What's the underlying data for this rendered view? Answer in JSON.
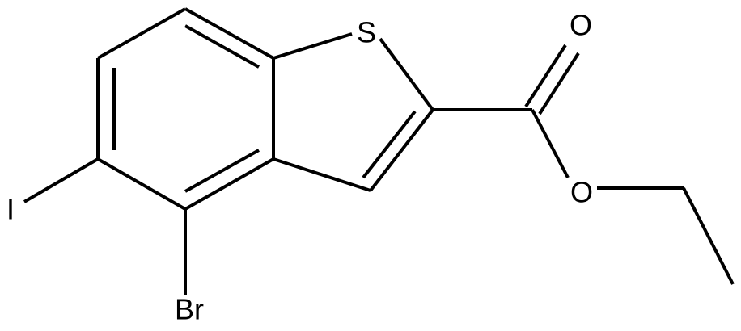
{
  "atoms": {
    "sulfur": "S",
    "carbonyl_oxygen": "O",
    "ester_oxygen": "O",
    "iodine": "I",
    "bromine": "Br"
  },
  "colors": {
    "bond": "#000000",
    "label": "#000000",
    "background": "#ffffff"
  }
}
